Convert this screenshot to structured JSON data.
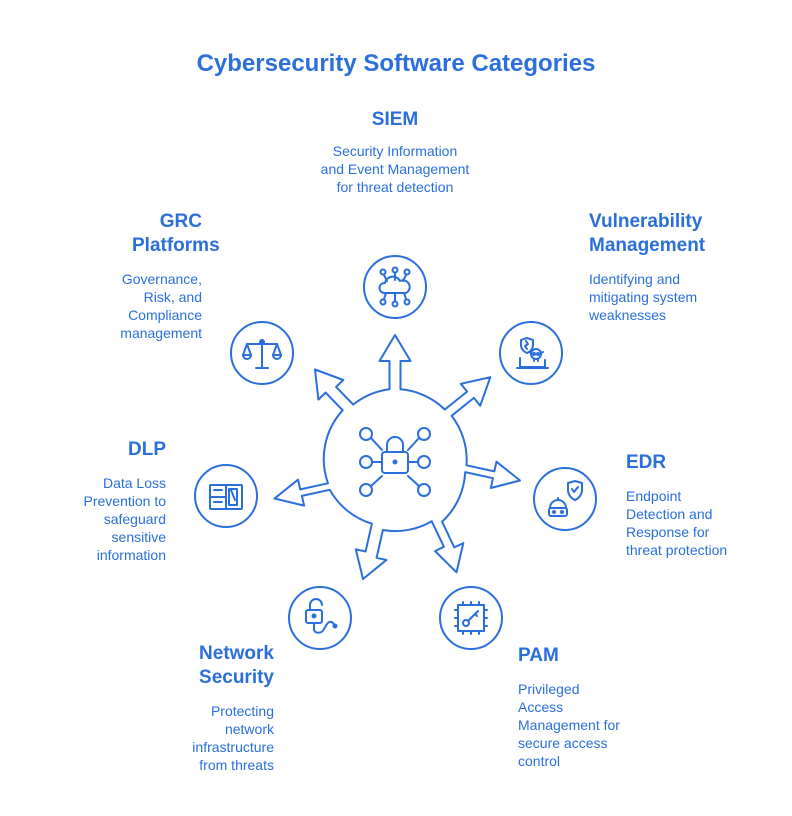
{
  "title": "Cybersecurity Software Categories",
  "colors": {
    "accent": "#2a6fdb",
    "background": "#ffffff"
  },
  "hub": {
    "icon": "network-lock-icon"
  },
  "categories": [
    {
      "name": "SIEM",
      "description": "Security Information and Event Management for threat detection",
      "icon": "cloud-network-icon"
    },
    {
      "name": "Vulnerability Management",
      "description": "Identifying and mitigating system weaknesses",
      "icon": "bug-laptop-icon"
    },
    {
      "name": "EDR",
      "description": "Endpoint Detection and Response for threat protection",
      "icon": "shield-endpoint-icon"
    },
    {
      "name": "PAM",
      "description": "Privileged Access Management for secure access control",
      "icon": "key-circuit-icon"
    },
    {
      "name": "Network Security",
      "description": "Protecting network infrastructure from threats",
      "icon": "padlock-cable-icon"
    },
    {
      "name": "DLP",
      "description": "Data Loss Prevention to safeguard sensitive information",
      "icon": "document-shield-icon"
    },
    {
      "name": "GRC Platforms",
      "description": "Governance, Risk, and Compliance management",
      "icon": "scales-icon"
    }
  ]
}
